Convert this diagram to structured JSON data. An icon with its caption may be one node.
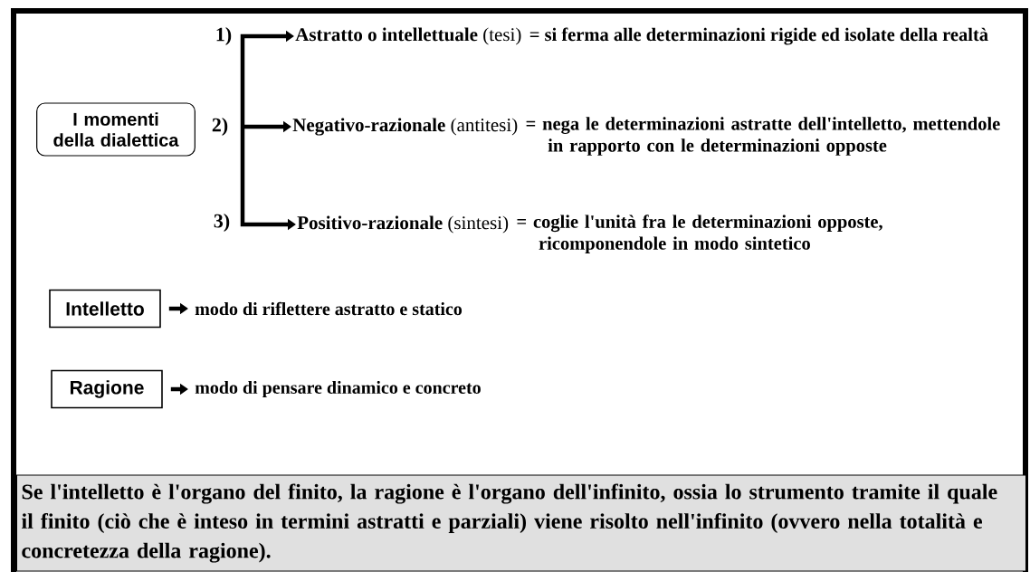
{
  "diagram": {
    "nodes": [
      {
        "text": [
          "I momenti della dialettica"
        ]
      },
      {
        "text": [
          "**Astratto o intellettuale** (tesi)"
        ],
        "beside": [
          "= si ferma alle determinazioni rigide ed isolate della realtà"
        ]
      },
      {
        "text": [
          "**Negativo-razionale** (antitesi)"
        ],
        "beside": [
          "= nega le determinazioni astratte dell'intelletto, mettendole in rapporto con le determinazioni opposte"
        ]
      },
      {
        "text": [
          "**Positivo-razionale** (sintesi)"
        ],
        "beside": [
          "= coglie l'unità fra le determinazioni opposte, ricomponendole in modo sintetico"
        ]
      },
      {
        "text": [
          "Intelletto"
        ]
      },
      {
        "text": [
          "modo di riflettere astratto e statico"
        ]
      },
      {
        "text": [
          "Ragione"
        ]
      },
      {
        "text": [
          "modo di pensare dinamico e concreto"
        ]
      },
      {
        "text": [
          "Se l'intelletto è l'organo del finito, la ragione è l'organo dell'infinito, ossia lo strumento tramite il quale il finito (ciò che è inteso in termini astratti e parziali) viene risolto nell'infinito (ovvero nella totalità e concretezza della ragione)."
        ]
      }
    ],
    "edges": [
      {
        "from": null,
        "to": 1,
        "arrow": "to"
      },
      {
        "from": null,
        "to": 2,
        "arrow": "to"
      },
      {
        "from": null,
        "to": 3,
        "arrow": "to"
      },
      {
        "from": 4,
        "to": 5,
        "arrow": "to"
      },
      {
        "from": 6,
        "to": 7,
        "arrow": "to"
      }
    ],
    "labels": [
      "1)",
      "2)",
      "3)"
    ]
  }
}
